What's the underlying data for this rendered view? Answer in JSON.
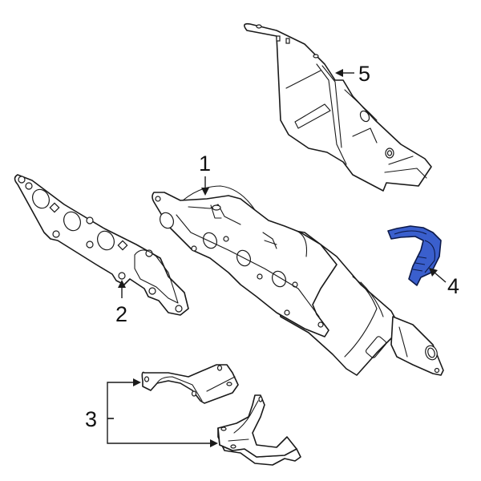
{
  "diagram": {
    "type": "exploded-parts-diagram",
    "subject": "Exhaust manifold assembly",
    "highlight_color": "#3a5fcd",
    "line_color": "#1a1a1a",
    "background": "#ffffff",
    "callouts": [
      {
        "number": "1",
        "part": "exhaust-manifold-with-catalytic-converter",
        "highlighted": false
      },
      {
        "number": "2",
        "part": "exhaust-manifold-gasket",
        "highlighted": false
      },
      {
        "number": "3",
        "part": "support-brackets",
        "highlighted": false,
        "count": 2
      },
      {
        "number": "4",
        "part": "heat-shield-clip",
        "highlighted": true
      },
      {
        "number": "5",
        "part": "upper-heat-shield",
        "highlighted": false
      }
    ]
  }
}
